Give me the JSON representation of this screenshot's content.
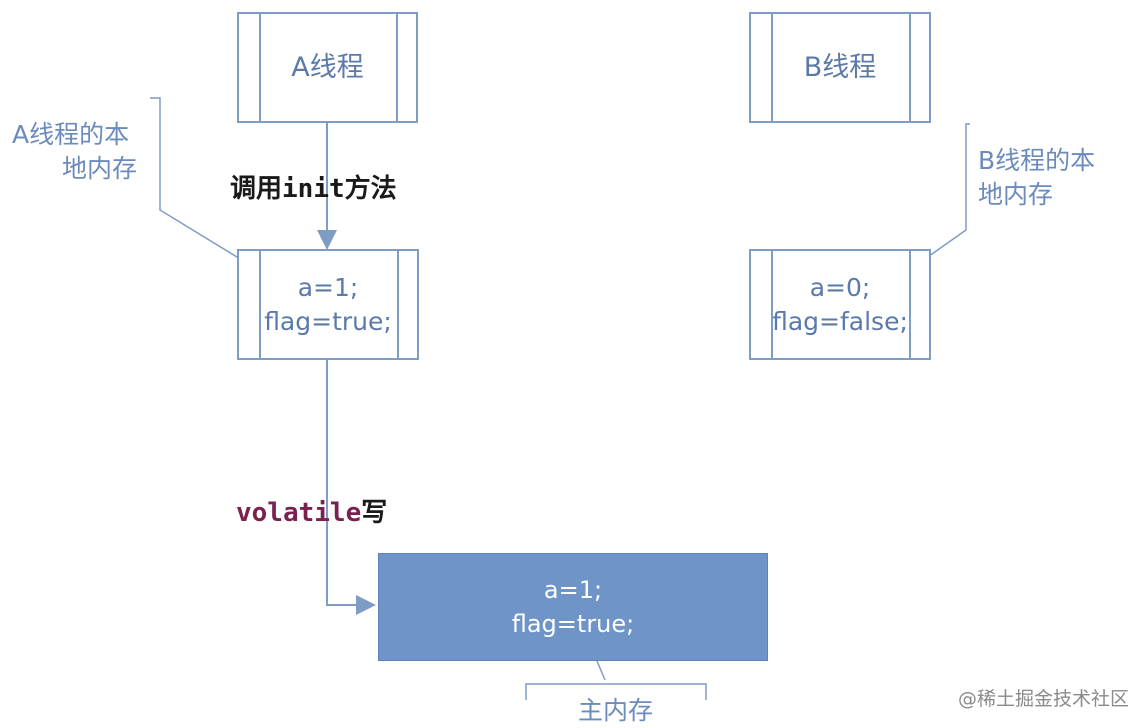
{
  "threads": {
    "a": {
      "title": "A线程",
      "local_memory_label_line1": "A线程的本",
      "local_memory_label_line2": "地内存",
      "local_line1": "a=1;",
      "local_line2": "flag=true;"
    },
    "b": {
      "title": "B线程",
      "local_memory_label_line1": "B线程的本",
      "local_memory_label_line2": "地内存",
      "local_line1": "a=0;",
      "local_line2": "flag=false;"
    }
  },
  "operations": {
    "init": {
      "prefix": "调用",
      "code": "init",
      "suffix": "方法"
    },
    "volatile_write": {
      "code": "volatile",
      "suffix": "写"
    }
  },
  "main_memory": {
    "line1": "a=1;",
    "line2": "flag=true;",
    "label": "主内存"
  },
  "watermark": "@稀土掘金技术社区",
  "colors": {
    "box_border": "#7e9cc4",
    "box_text": "#5b7aa9",
    "main_memory_fill": "#6f94c8",
    "keyword": "#7a2150"
  }
}
